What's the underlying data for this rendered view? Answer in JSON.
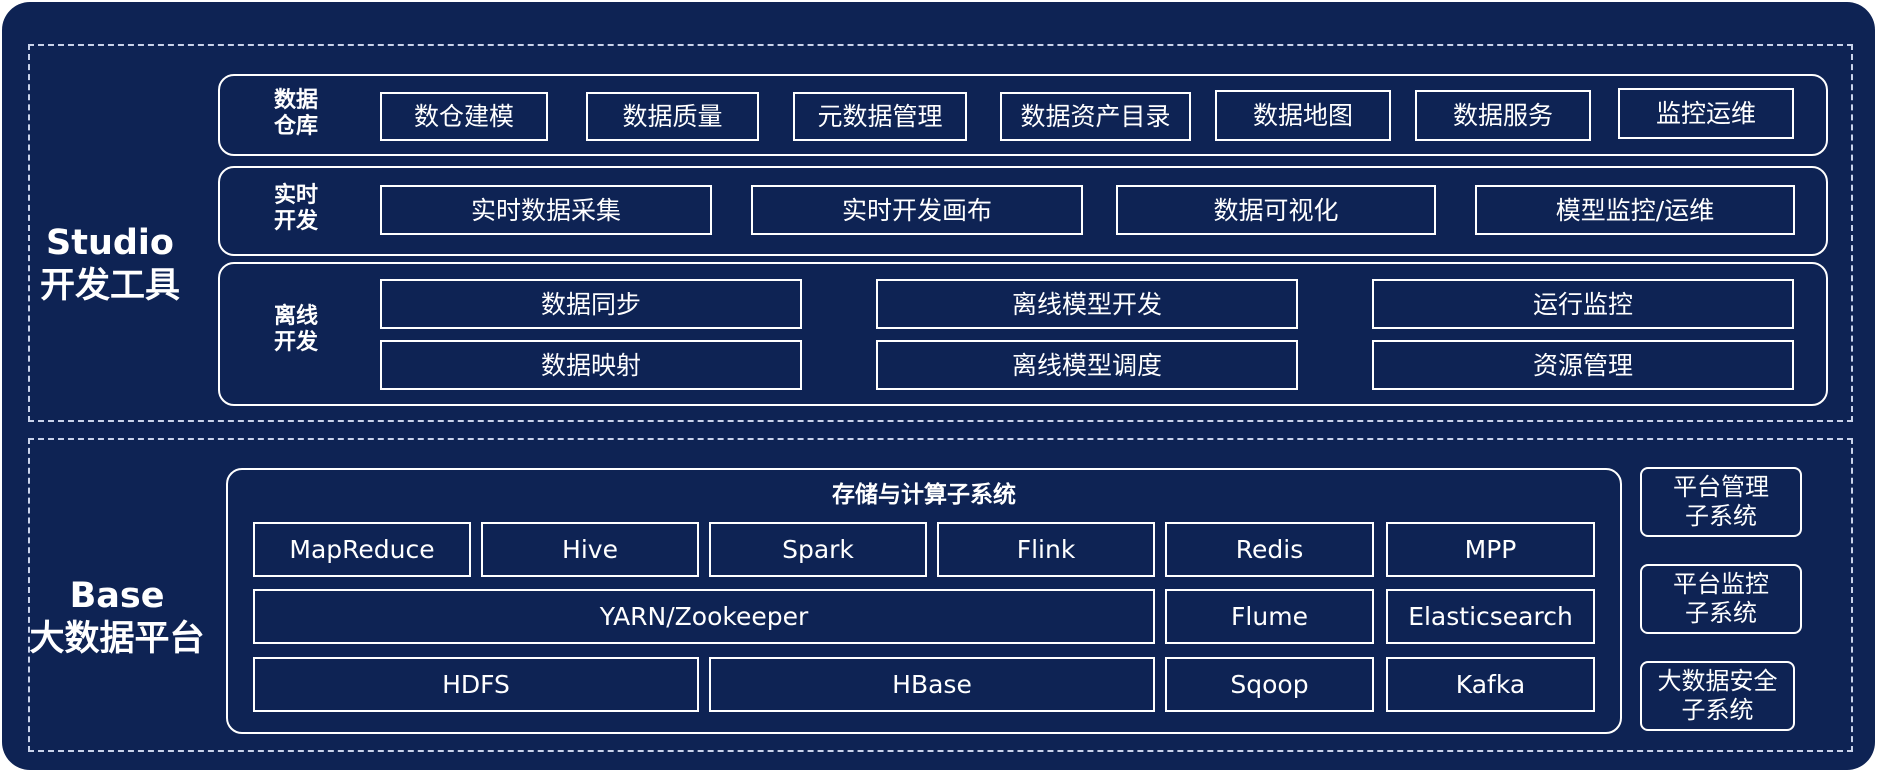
{
  "studio": {
    "title_line1": "Studio",
    "title_line2": "开发工具",
    "warehouse": {
      "label_line1": "数据",
      "label_line2": "仓库",
      "items": [
        "数仓建模",
        "数据质量",
        "元数据管理",
        "数据资产目录",
        "数据地图",
        "数据服务",
        "监控运维"
      ]
    },
    "realtime": {
      "label_line1": "实时",
      "label_line2": "开发",
      "items": [
        "实时数据采集",
        "实时开发画布",
        "数据可视化",
        "模型监控/运维"
      ]
    },
    "offline": {
      "label_line1": "离线",
      "label_line2": "开发",
      "items": [
        "数据同步",
        "离线模型开发",
        "运行监控",
        "数据映射",
        "离线模型调度",
        "资源管理"
      ]
    }
  },
  "base": {
    "title_line1": "Base",
    "title_line2": "大数据平台",
    "storage": {
      "title": "存储与计算子系统",
      "items": [
        "MapReduce",
        "Hive",
        "Spark",
        "Flink",
        "Redis",
        "MPP",
        "YARN/Zookeeper",
        "Flume",
        "Elasticsearch",
        "HDFS",
        "HBase",
        "Sqoop",
        "Kafka"
      ]
    },
    "subsystems": [
      {
        "line1": "平台管理",
        "line2": "子系统"
      },
      {
        "line1": "平台监控",
        "line2": "子系统"
      },
      {
        "line1": "大数据安全",
        "line2": "子系统"
      }
    ]
  },
  "colors": {
    "background": "#0e2354",
    "line": "#ffffff",
    "dashed": "#c9d3ea"
  }
}
